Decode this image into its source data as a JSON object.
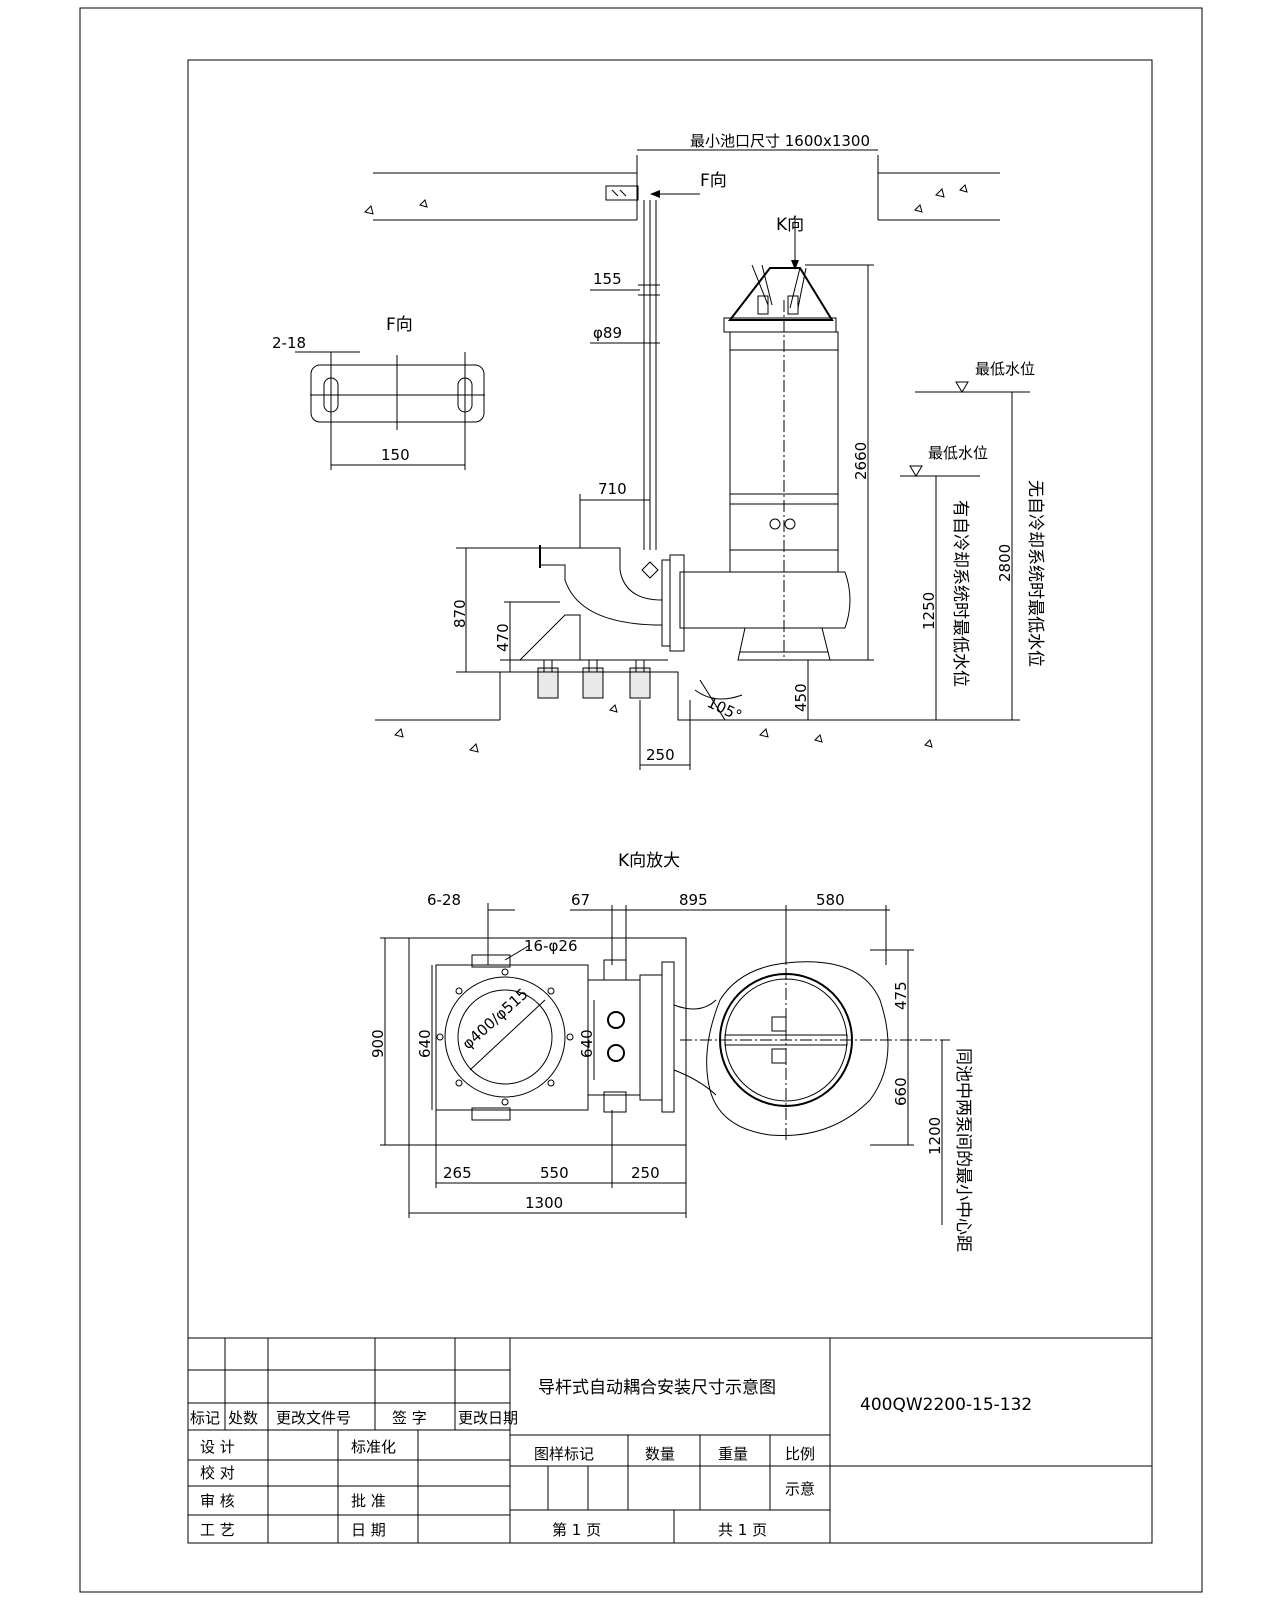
{
  "side_view": {
    "min_pit_opening": "最小池口尺寸 1600x1300",
    "view_f_arrow": "F向",
    "view_k_arrow": "K向",
    "dims": {
      "d155": "155",
      "d89": "φ89",
      "d710": "710",
      "d870": "870",
      "d470": "470",
      "d2660": "2660",
      "d450": "450",
      "d250": "250",
      "d1250": "1250",
      "d2800": "2800",
      "angle": "105°"
    },
    "water_level_1": "最低水位",
    "water_level_2": "最低水位",
    "note_cooling": "有自冷却系统时最低水位",
    "note_no_cooling": "无自冷却系统时最低水位"
  },
  "f_view": {
    "title": "F向",
    "holes": "2-18",
    "width": "150"
  },
  "k_view": {
    "title": "K向放大",
    "dims": {
      "d6_28": "6-28",
      "d16_26": "16-φ26",
      "d_pcd": "φ400/φ515",
      "d67": "67",
      "d895": "895",
      "d580": "580",
      "d900": "900",
      "d640a": "640",
      "d640b": "640",
      "d475": "475",
      "d660": "660",
      "d1200": "1200",
      "d265": "265",
      "d550": "550",
      "d250": "250",
      "d1300": "1300"
    },
    "note_spacing": "同池中两泵间的最小中心距"
  },
  "title_block": {
    "rev_headers": [
      "标记",
      "处数",
      "更改文件号",
      "签  字",
      "更改日期"
    ],
    "roles": [
      "设  计",
      "校  对",
      "审  核",
      "工  艺"
    ],
    "role_right": [
      "标准化",
      "批  准",
      "日  期"
    ],
    "drawing_title": "导杆式自动耦合安装尺寸示意图",
    "model": "400QW2200-15-132",
    "col_headers": [
      "图样标记",
      "数量",
      "重量",
      "比例"
    ],
    "scale_value": "示意",
    "page_of": "第  1  页",
    "page_total": "共  1  页"
  }
}
